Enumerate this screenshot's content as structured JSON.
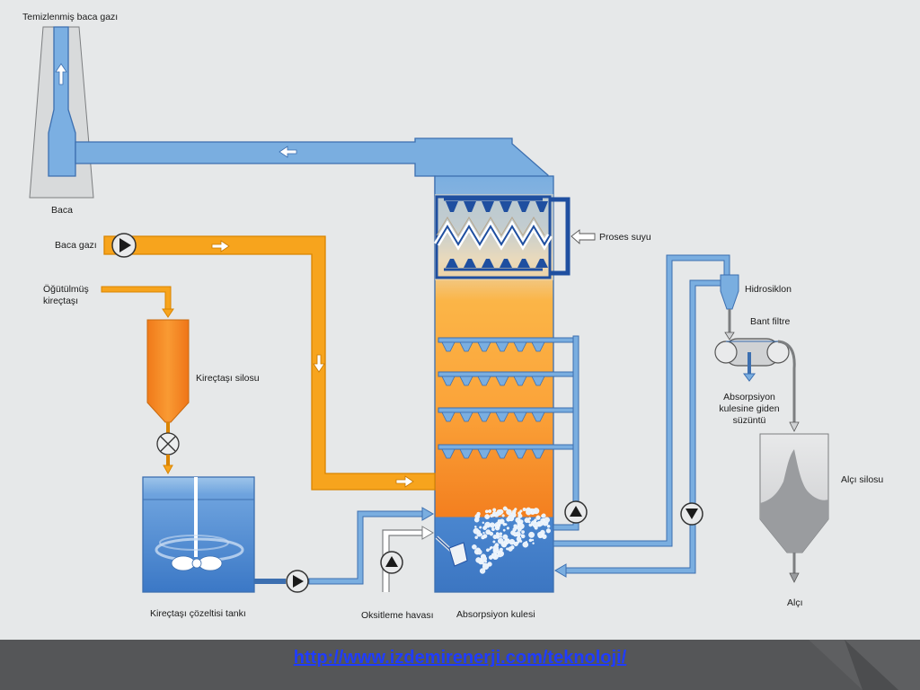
{
  "labels": {
    "clean_flue_gas": "Temizlenmiş baca gazı",
    "stack": "Baca",
    "flue_gas": "Baca gazı",
    "ground_limestone": [
      "Öğütülmüş",
      "kireçtaşı"
    ],
    "limestone_silo": "Kireçtaşı silosu",
    "process_water": "Proses suyu",
    "hydrocyclone": "Hidrosiklon",
    "belt_filter": "Bant filtre",
    "filtrate": [
      "Absorpsiyon",
      "kulesine giden",
      "süzüntü"
    ],
    "gypsum_silo": "Alçı silosu",
    "gypsum": "Alçı",
    "slurry_tank": "Kireçtaşı çözeltisi tankı",
    "oxidation_air": "Oksitleme havası",
    "absorber": "Absorpsiyon kulesi"
  },
  "footer": {
    "link": "http://www.izdemirenerji.com/teknoloji/"
  },
  "colors": {
    "background": "#e6e8e9",
    "gas_orange": "#f7a41d",
    "water_blue": "#5b93d2",
    "dark_blue": "#1f4fa0",
    "stack_grey": "#d9dbdc",
    "footer": "#555658",
    "link": "#1f3cff"
  },
  "icons": [
    "pump-icon",
    "rotary-valve-icon",
    "flow-arrow-icon",
    "agitator-icon"
  ]
}
